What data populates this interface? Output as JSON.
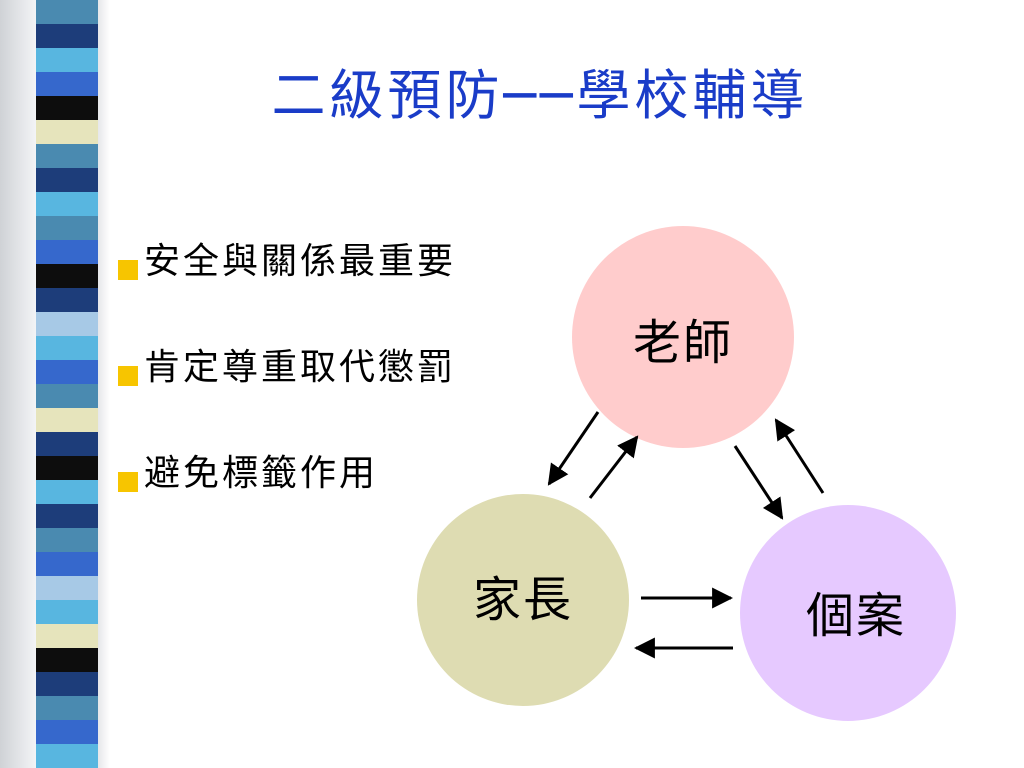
{
  "slide": {
    "title": "二級預防──學校輔導",
    "bullets": [
      "安全與關係最重要",
      "肯定尊重取代懲罰",
      "避免標籤作用"
    ]
  },
  "diagram": {
    "nodes": {
      "teacher": {
        "label": "老師",
        "color": "#ffcccc"
      },
      "parent": {
        "label": "家長",
        "color": "#dedcb2"
      },
      "case": {
        "label": "個案",
        "color": "#e6c9ff"
      }
    }
  },
  "colors": {
    "title": "#1a3cc8",
    "bullet_marker": "#f7c500",
    "text": "#000000"
  }
}
